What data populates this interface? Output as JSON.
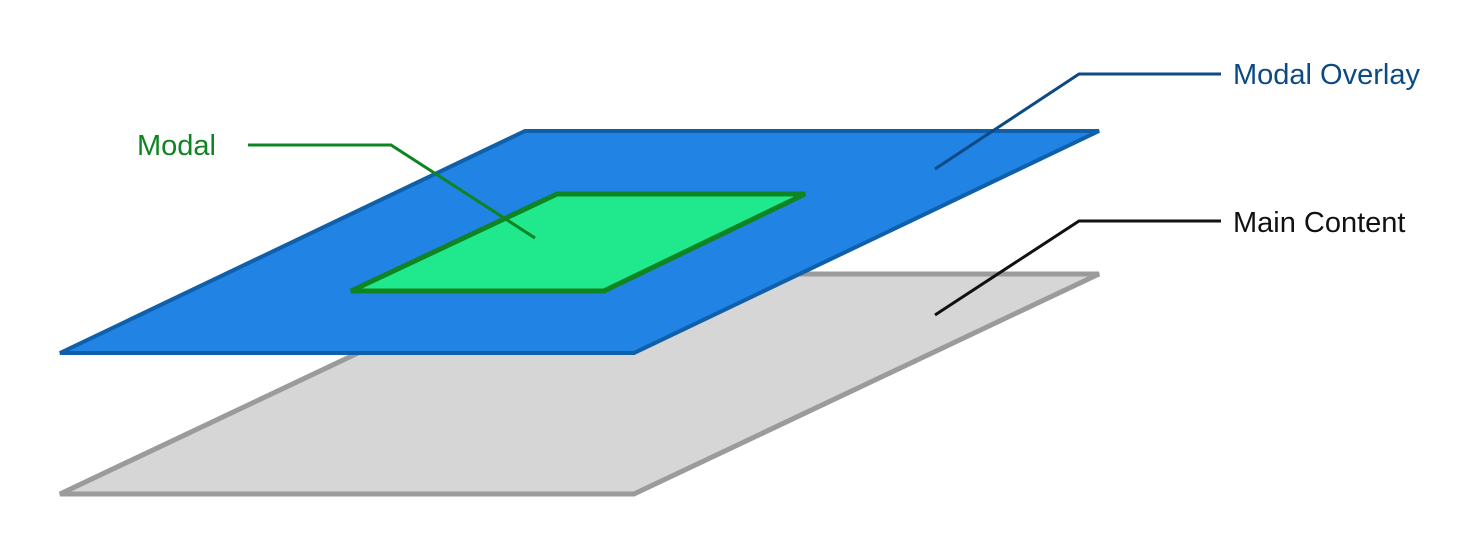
{
  "layers": [
    {
      "id": "main-content",
      "label": "Main Content",
      "fill": "#d6d6d6",
      "stroke": "#9b9b9b",
      "label_color": "#111111",
      "leader_color": "#111111"
    },
    {
      "id": "modal-overlay",
      "label": "Modal Overlay",
      "fill": "#2183e4",
      "stroke": "#0f5faa",
      "label_color": "#0c4a86",
      "leader_color": "#0c4a86"
    },
    {
      "id": "modal",
      "label": "Modal",
      "fill": "#20e88c",
      "stroke": "#0f8422",
      "label_color": "#0f8422",
      "leader_color": "#0f8422"
    }
  ]
}
